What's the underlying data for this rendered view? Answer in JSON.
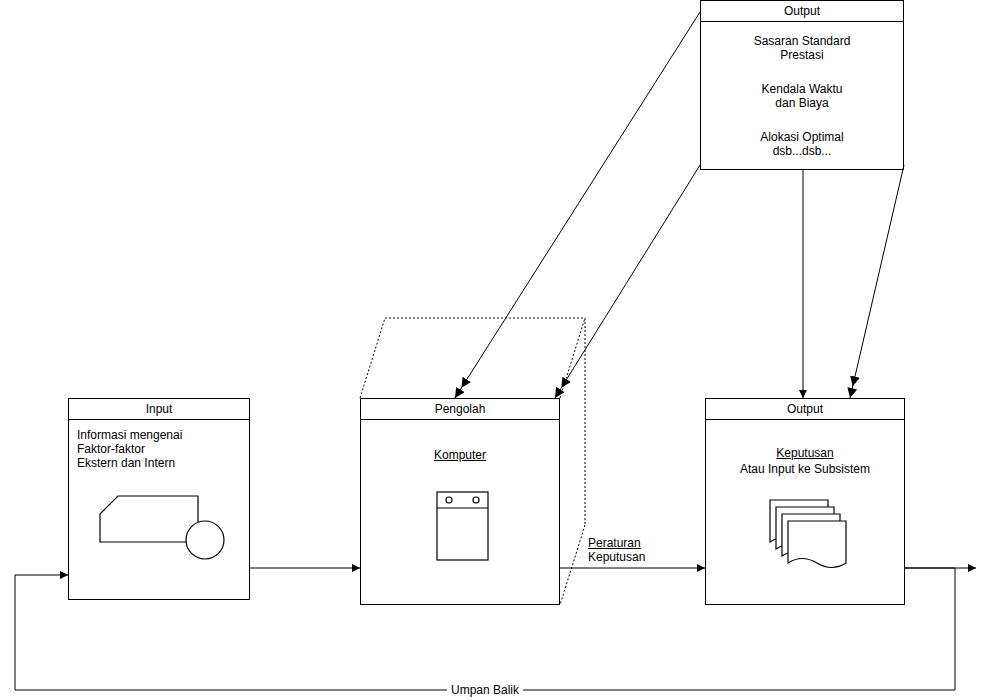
{
  "diagram": {
    "nodes": [
      {
        "text": [
          "Output",
          "Sasaran Standard Prestasi",
          "Kendala Waktu dan Biaya",
          "Alokasi Optimal dsb...dsb..."
        ]
      },
      {
        "text": [
          "Input",
          "Informasi mengenai Faktor-faktor Ekstern dan Intern"
        ]
      },
      {
        "text": [
          "Pengolah",
          "Komputer"
        ]
      },
      {
        "text": [
          "Output",
          "Keputusan",
          "Atau Input ke Subsistem"
        ]
      }
    ],
    "edges": [
      {
        "from": 1,
        "to": 2,
        "arrow": "to"
      },
      {
        "from": 2,
        "to": 3,
        "label": "Peraturan Keputusan",
        "arrow": "to"
      },
      {
        "from": 3,
        "to": 1,
        "label": "Umpan Balik",
        "arrow": "to"
      },
      {
        "from": 0,
        "to": 2,
        "arrow": "to"
      },
      {
        "from": 0,
        "to": 2,
        "arrow": "to"
      },
      {
        "from": 0,
        "to": 3,
        "arrow": "to"
      },
      {
        "from": 0,
        "to": 3,
        "arrow": "to"
      }
    ]
  }
}
